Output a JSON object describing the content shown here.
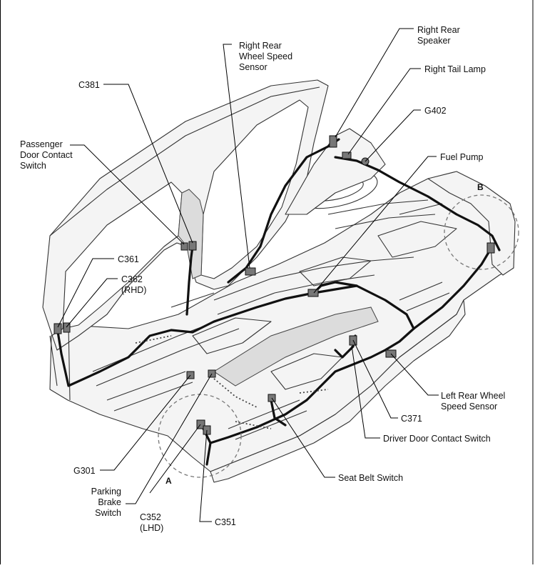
{
  "labels": {
    "right_rear_speaker": [
      "Right Rear",
      "Speaker"
    ],
    "right_rear_wheel_speed_sensor": [
      "Right Rear",
      "Wheel Speed",
      "Sensor"
    ],
    "right_tail_lamp": [
      "Right Tail Lamp"
    ],
    "g402": [
      "G402"
    ],
    "c381": [
      "C381"
    ],
    "fuel_pump": [
      "Fuel Pump"
    ],
    "passenger_door_contact_switch": [
      "Passenger",
      "Door Contact",
      "Switch"
    ],
    "b": [
      "B"
    ],
    "c361": [
      "C361"
    ],
    "c362": [
      "C362",
      "(RHD)"
    ],
    "left_rear_wheel_speed_sensor": [
      "Left Rear Wheel",
      "Speed Sensor"
    ],
    "c371": [
      "C371"
    ],
    "driver_door_contact_switch": [
      "Driver Door Contact Switch"
    ],
    "g301": [
      "G301"
    ],
    "seat_belt_switch": [
      "Seat Belt Switch"
    ],
    "a": [
      "A"
    ],
    "parking_brake_switch": [
      "Parking",
      "Brake",
      "Switch"
    ],
    "c352": [
      "C352",
      "(LHD)"
    ],
    "c351": [
      "C351"
    ]
  },
  "colors": {
    "harness": "#111111",
    "body_outline": "#333333",
    "body_fill": "#f4f4f4",
    "detail_circle": "#777777"
  }
}
